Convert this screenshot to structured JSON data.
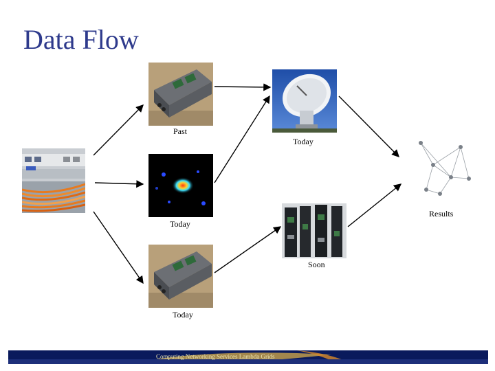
{
  "title": "Data Flow",
  "nodes": {
    "source": {
      "icon": "patch-panel-cables-photo"
    },
    "disk_past": {
      "icon": "disk-module-photo",
      "caption": "Past"
    },
    "network_dish": {
      "icon": "radio-dish-antenna-photo",
      "caption": "Today"
    },
    "correlator_output": {
      "icon": "fringe-plot-photo",
      "caption": "Today"
    },
    "processing_racks": {
      "icon": "server-racks-photo",
      "caption": "Soon"
    },
    "disk_today": {
      "icon": "disk-module-photo",
      "caption": "Today"
    },
    "results": {
      "icon": "network-graph-photo",
      "caption": "Results"
    }
  },
  "footer": {
    "text": "Computing Networking Services Lambda Grids",
    "colors": {
      "bar": "#0a1a5c",
      "text": "#e8e1b0"
    }
  },
  "colors": {
    "title": "#2e3a8c"
  }
}
